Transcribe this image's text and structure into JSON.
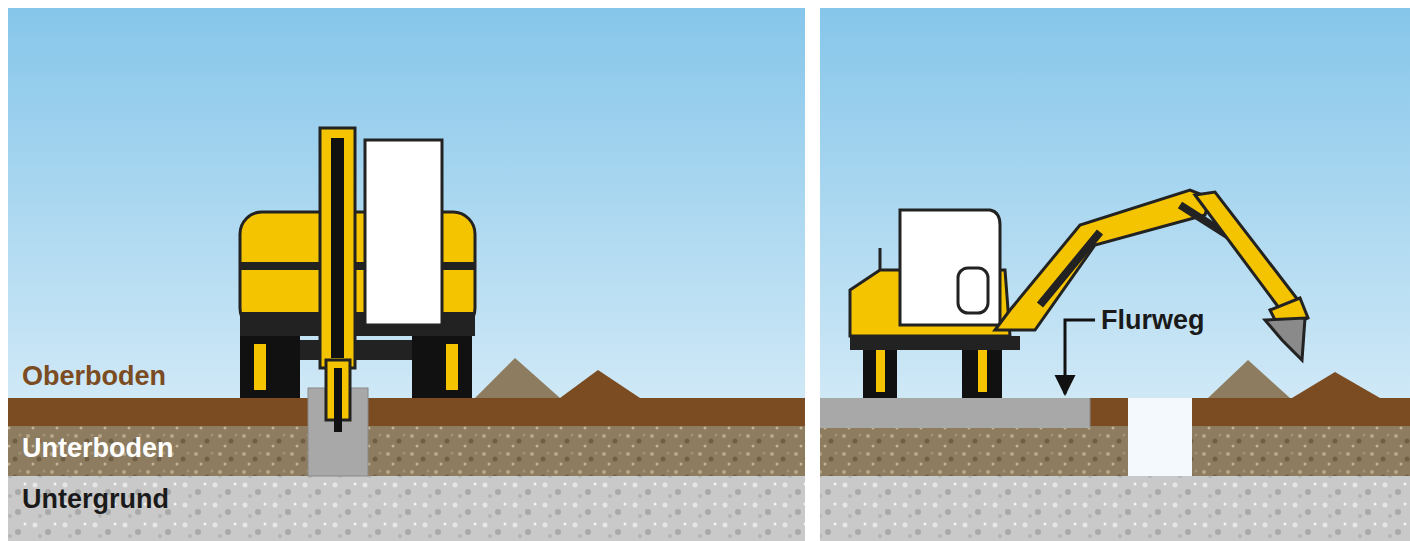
{
  "diagram": {
    "labels": [
      "Oberboden",
      "Unterboden",
      "Untergrund",
      "Flurweg"
    ]
  }
}
